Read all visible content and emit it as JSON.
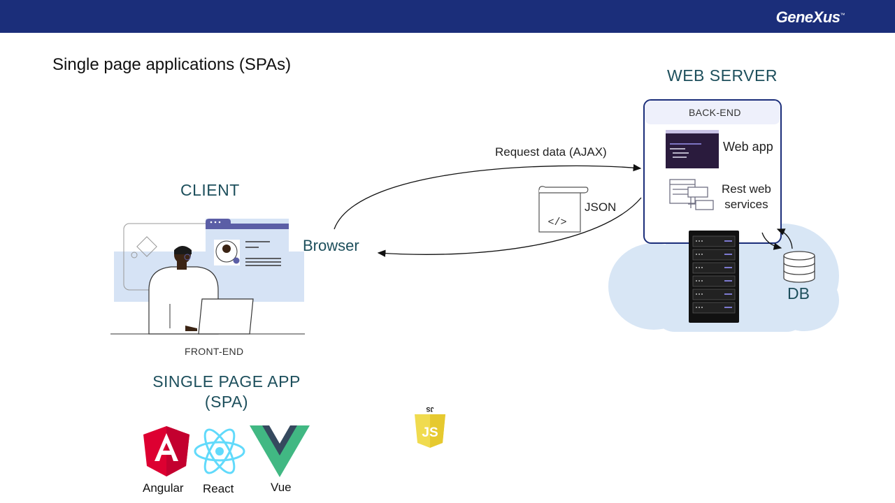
{
  "header": {
    "brand": "GeneXus",
    "brand_mark": "™"
  },
  "slide": {
    "title": "Single page applications (SPAs)"
  },
  "client": {
    "heading": "CLIENT",
    "browser_label": "Browser",
    "front_end_label": "FRONT-END"
  },
  "server": {
    "heading": "WEB SERVER",
    "back_end_label": "BACK-END",
    "web_app_label": "Web app",
    "rest_label_line1": "Rest web",
    "rest_label_line2": "services",
    "db_label": "DB"
  },
  "flow": {
    "request_label": "Request data (AJAX)",
    "json_label": "JSON"
  },
  "spa": {
    "heading_line1": "SINGLE PAGE APP",
    "heading_line2": "(SPA)",
    "frameworks": [
      "Angular",
      "React",
      "Vue"
    ],
    "js_logo_text": "JS"
  },
  "colors": {
    "topbar": "#1b2e7a",
    "heading": "#1d4f5c",
    "server_box_border": "#1b2e7a",
    "cloud": "#d8e6f5",
    "angular": "#dd0031",
    "react": "#61dafb",
    "vue_outer": "#41b883",
    "vue_inner": "#35495e",
    "js": "#f0db4f"
  },
  "icons": [
    "client-illustration",
    "terminal-icon",
    "rest-services-icon",
    "json-scroll-icon",
    "server-rack-icon",
    "database-icon",
    "cloud-shape",
    "angular-logo",
    "react-logo",
    "vue-logo",
    "javascript-logo"
  ]
}
